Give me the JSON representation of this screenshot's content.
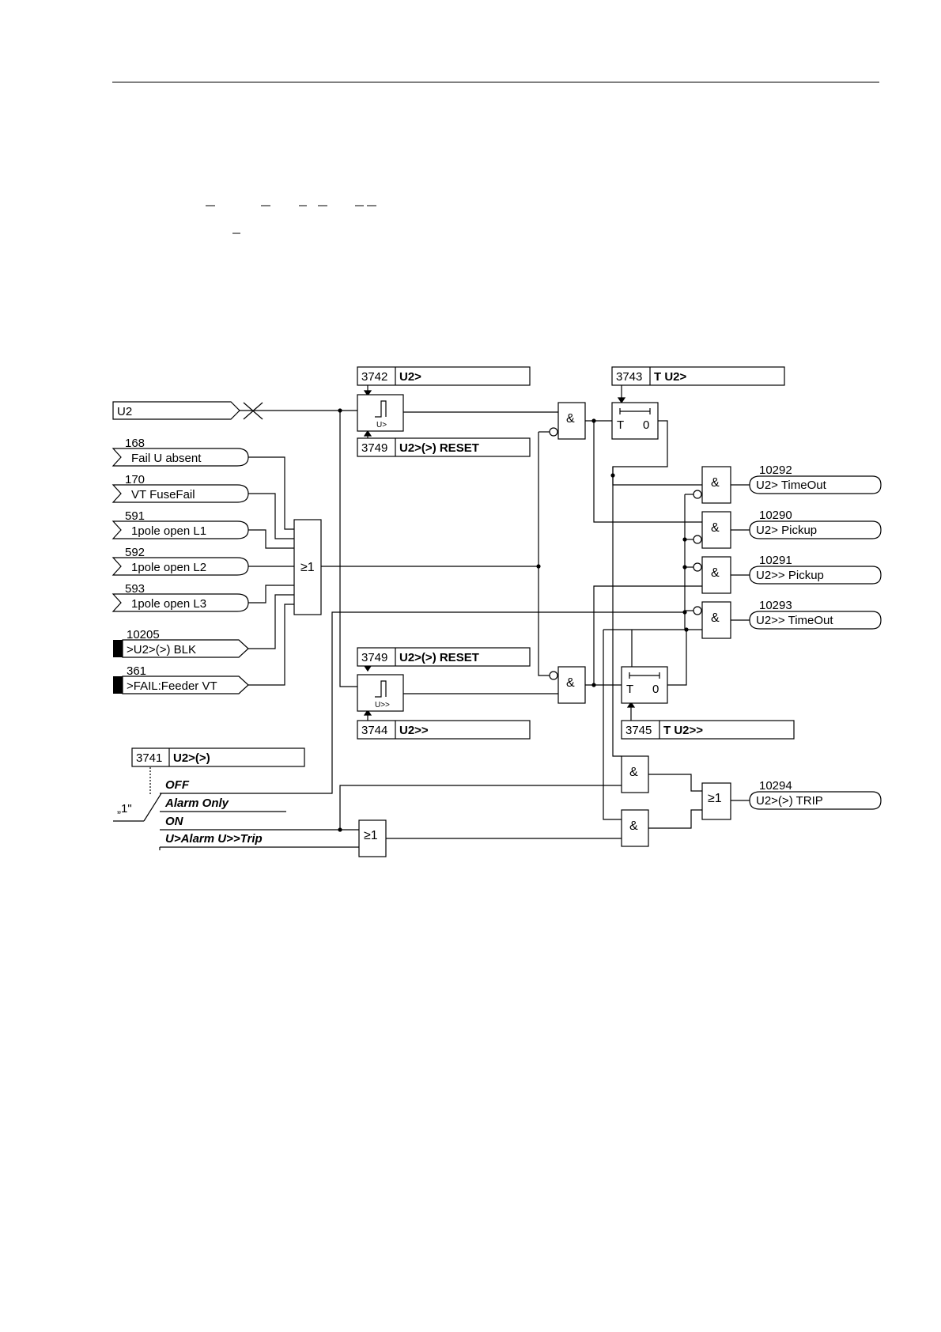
{
  "inputs": [
    {
      "id": "u2",
      "label": "U2"
    },
    {
      "id": "fail-u-absent",
      "num": "168",
      "label": "Fail U absent"
    },
    {
      "id": "vt-fusefail",
      "num": "170",
      "label": "VT FuseFail"
    },
    {
      "id": "1pole-open-l1",
      "num": "591",
      "label": "1pole open L1"
    },
    {
      "id": "1pole-open-l2",
      "num": "592",
      "label": "1pole open L2"
    },
    {
      "id": "1pole-open-l3",
      "num": "593",
      "label": "1pole open L3"
    },
    {
      "id": "u2-blk",
      "num": "10205",
      "label": ">U2>(>) BLK"
    },
    {
      "id": "fail-feeder-vt",
      "num": "361",
      "label": ">FAIL:Feeder VT"
    }
  ],
  "params": [
    {
      "id": "3742",
      "num": "3742",
      "label": "U2>"
    },
    {
      "id": "3749a",
      "num": "3749",
      "label": "U2>(>) RESET"
    },
    {
      "id": "3743",
      "num": "3743",
      "label": "T U2>"
    },
    {
      "id": "3749b",
      "num": "3749",
      "label": "U2>(>) RESET"
    },
    {
      "id": "3744",
      "num": "3744",
      "label": "U2>>"
    },
    {
      "id": "3745",
      "num": "3745",
      "label": "T U2>>"
    },
    {
      "id": "3741",
      "num": "3741",
      "label": "U2>(>)"
    }
  ],
  "outputs": [
    {
      "id": "u2-timeout",
      "num": "10292",
      "label": "U2> TimeOut"
    },
    {
      "id": "u2-pickup",
      "num": "10290",
      "label": "U2> Pickup"
    },
    {
      "id": "u2-2-pickup",
      "num": "10291",
      "label": "U2>> Pickup"
    },
    {
      "id": "u2-2-timeout",
      "num": "10293",
      "label": "U2>> TimeOut"
    },
    {
      "id": "u2-trip",
      "num": "10294",
      "label": "U2>(>) TRIP"
    }
  ],
  "gates": {
    "and": "&",
    "or": "≥1",
    "timer_t": "T",
    "timer_zero": "0",
    "thresh1": "U>",
    "thresh2": "U>>"
  },
  "switch": {
    "const_one": "„1\"",
    "options": [
      "OFF",
      "Alarm Only",
      "ON",
      "U>Alarm U>>Trip"
    ]
  }
}
